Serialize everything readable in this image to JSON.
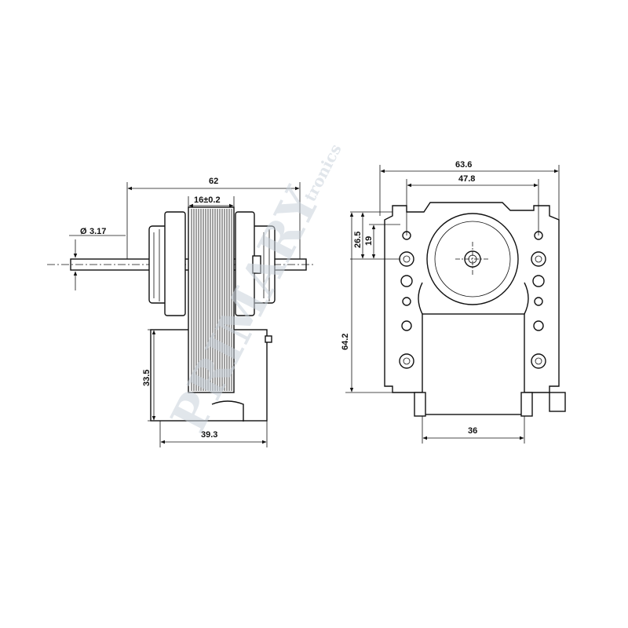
{
  "watermark": {
    "brand": "PRIMARY",
    "suffix": "tronics"
  },
  "side_view": {
    "overall_length": "62",
    "stack_width": "16±0.2",
    "shaft_diameter": "3.17",
    "height_from_base": "33.5",
    "base_depth": "39.3"
  },
  "front_view": {
    "overall_width": "63.6",
    "hole_spacing": "47.8",
    "shaft_offset_a": "26.5",
    "shaft_offset_b": "19",
    "overall_height": "64.2",
    "coil_width": "36"
  }
}
